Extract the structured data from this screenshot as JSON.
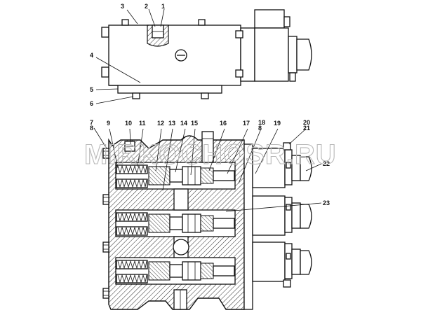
{
  "watermark": "MIRKOCHOSR.RU",
  "callouts": {
    "c1": "1",
    "c2": "2",
    "c3": "3",
    "c4": "4",
    "c5": "5",
    "c6": "6",
    "c7": "7",
    "c8": "8",
    "c9": "9",
    "c10": "10",
    "c11": "11",
    "c12": "12",
    "c13": "13",
    "c14": "14",
    "c15": "15",
    "c16": "16",
    "c17": "17",
    "c18": "18",
    "c8b": "8",
    "c19": "19",
    "c20": "20",
    "c21": "21",
    "c22": "22",
    "c23": "23"
  }
}
